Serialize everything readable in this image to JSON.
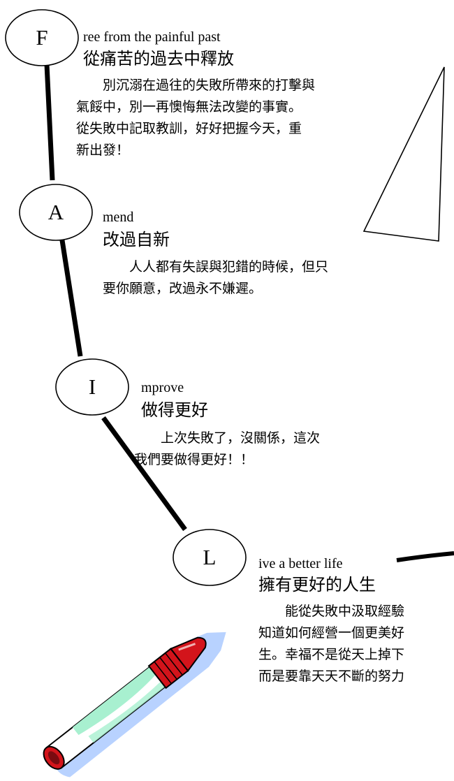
{
  "steps": [
    {
      "letter": "F",
      "english": "ree from the painful past",
      "title": "從痛苦的過去中釋放",
      "lines": [
        "　　別沉溺在過往的失敗所帶來的打擊與",
        "氣餒中，別一再懊悔無法改變的事實。",
        "從失敗中記取教訓，好好把握今天，重",
        "新出發！"
      ]
    },
    {
      "letter": "A",
      "english": "mend",
      "title": "改過自新",
      "lines": [
        "　　人人都有失誤與犯錯的時候，但只",
        "要你願意，改過永不嫌遲。"
      ]
    },
    {
      "letter": "I",
      "english": "mprove",
      "title": "做得更好",
      "lines": [
        "　　上次失敗了，沒關係，這次",
        "我們要做得更好！！"
      ]
    },
    {
      "letter": "L",
      "english": "ive a better life",
      "title": "擁有更好的人生",
      "lines": [
        "　　能從失敗中汲取經驗",
        "知道如何經營一個更美好",
        "生。幸福不是從天上掉下",
        "而是要靠天天不斷的努力"
      ]
    }
  ],
  "colors": {
    "ink": "#000000",
    "crayon_body": "#ffffff",
    "crayon_tip": "#d3141b",
    "crayon_band": "#a8f0d0",
    "crayon_shadow": "#b8d2ff"
  },
  "icons": [
    "crayon-icon"
  ]
}
